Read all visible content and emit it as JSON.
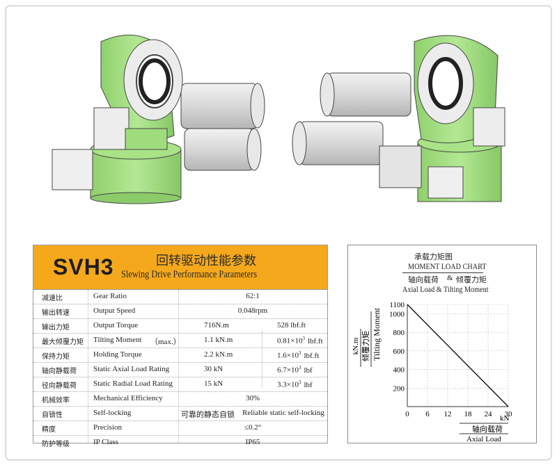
{
  "colors": {
    "body_green": "#9fdc7d",
    "header_orange": "#f5a81c",
    "silver": "#d9d9d9"
  },
  "spec": {
    "model": "SVH3",
    "title_cn": "回转驱动性能参数",
    "title_en": "Slewing Drive Performance Parameters",
    "rows": [
      {
        "cn": "减速比",
        "en": "Gear Ratio",
        "span": "62:1"
      },
      {
        "cn": "输出转速",
        "en": "Output Speed",
        "span": "0.048rpm"
      },
      {
        "cn": "输出力矩",
        "en": "Output Torque",
        "val": "716N.m",
        "val2": "528 lbf.ft"
      },
      {
        "cn": "最大倾覆力矩",
        "en": "Tilting Moment",
        "unit": "（max.）",
        "val": "1.1 kN.m",
        "val2_base": "0.81×10",
        "val2_exp": "3",
        "val2_unit": "lbf.ft"
      },
      {
        "cn": "保持力矩",
        "en": "Holding Torque",
        "val": "2.2 kN.m",
        "val2_base": "1.6×10",
        "val2_exp": "3",
        "val2_unit": "lbf.ft"
      },
      {
        "cn": "轴向静载荷",
        "en": "Static Axial Load Rating",
        "val": "30 kN",
        "val2_base": "6.7×10",
        "val2_exp": "3",
        "val2_unit": "lbf"
      },
      {
        "cn": "径向静载荷",
        "en": "Static Radial Load Rating",
        "val": "15 kN",
        "val2_base": "3.3×10",
        "val2_exp": "3",
        "val2_unit": "lbf"
      },
      {
        "cn": "机械效率",
        "en": "Mechanical Efficiency",
        "span": "30%"
      },
      {
        "cn": "自锁性",
        "en": "Self-locking",
        "val": "可靠的静态自锁",
        "val2": "Reliable static self-locking"
      },
      {
        "cn": "精度",
        "en": "Precision",
        "span": "≤0.2°"
      },
      {
        "cn": "防护等级",
        "en": "IP Class",
        "span": "IP65"
      }
    ]
  },
  "chart_data": {
    "type": "line",
    "title_cn": "承载力矩图",
    "title": "MOMENT LOAD CHART",
    "subtitle_cn_1": "轴向载荷",
    "subtitle_amp": "&",
    "subtitle_cn_2": "倾覆力矩",
    "subtitle_en": "Axial Load & Tilting Moment",
    "ylabel_unit": "kN.m",
    "ylabel_cn": "倾覆力矩",
    "ylabel": "Tilting Moment",
    "xlabel_unit": "kN",
    "xlabel_cn": "轴向载荷",
    "xlabel": "Axial Load",
    "x_ticks": [
      0,
      6,
      12,
      18,
      24,
      30
    ],
    "y_ticks": [
      200,
      400,
      600,
      800,
      1000,
      1100
    ],
    "xlim": [
      0,
      30
    ],
    "ylim": [
      0,
      1100
    ],
    "grid": true,
    "series": [
      {
        "x": [
          0,
          30
        ],
        "y": [
          1100,
          0
        ]
      }
    ]
  }
}
